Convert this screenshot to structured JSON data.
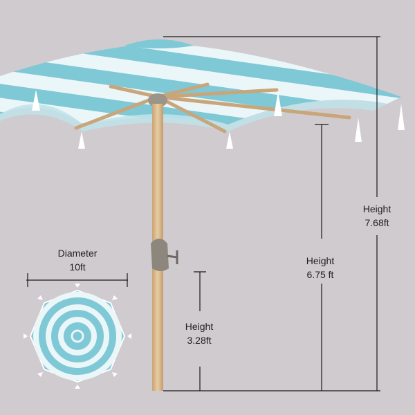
{
  "dimensions": {
    "diameter": {
      "title": "Diameter",
      "value": "10ft"
    },
    "height_top": {
      "title": "Height",
      "value": "7.68ft"
    },
    "height_rib": {
      "title": "Height",
      "value": "6.75 ft"
    },
    "height_crank": {
      "title": "Height",
      "value": "3.28ft"
    }
  },
  "colors": {
    "background": "#cfcbcf",
    "canopy_stripe_blue": "#7fc8d6",
    "canopy_stripe_white": "#eaf6f8",
    "pole": "#d9b98b",
    "ribs": "#c9a57a",
    "hub": "#9b9488",
    "dimension_lines": "#1a1a1a"
  }
}
